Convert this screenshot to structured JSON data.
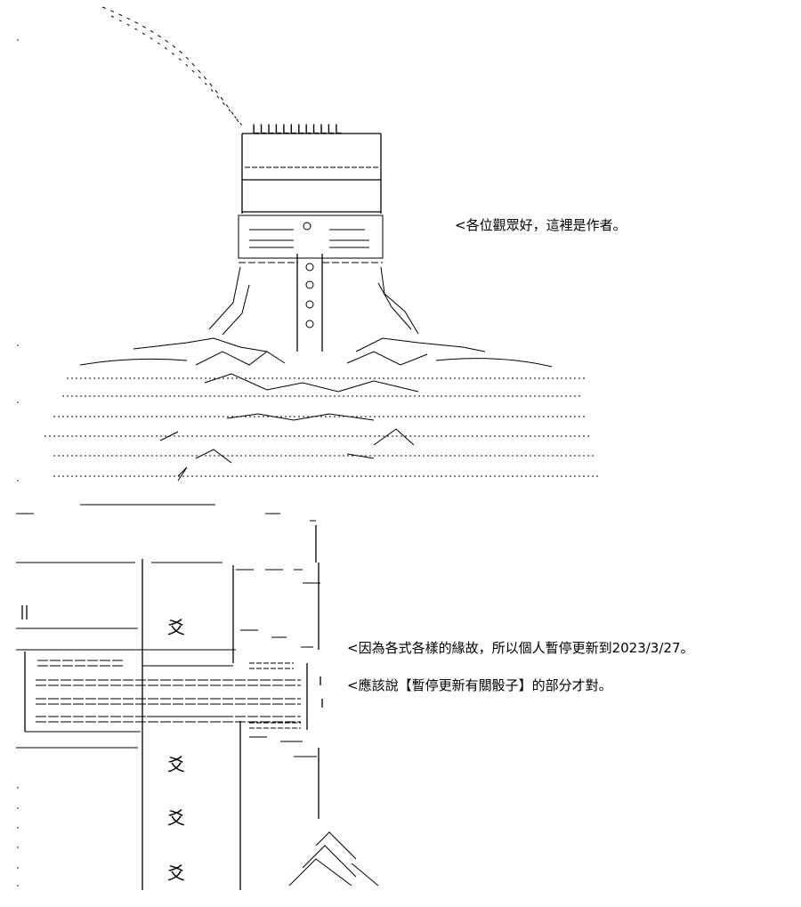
{
  "speech": {
    "line1": "<各位觀眾好，這裡是作者。",
    "line2": "<因為各式各樣的緣故，所以個人暫停更新到2023/3/27。",
    "line3": "<應該說【暫停更新有關骰子】的部分才對。"
  },
  "art": {
    "hat_band": "LLLLLLLLLLLL",
    "stack_glyph": "爻"
  },
  "colors": {
    "ink": "#000000",
    "background": "#ffffff"
  }
}
